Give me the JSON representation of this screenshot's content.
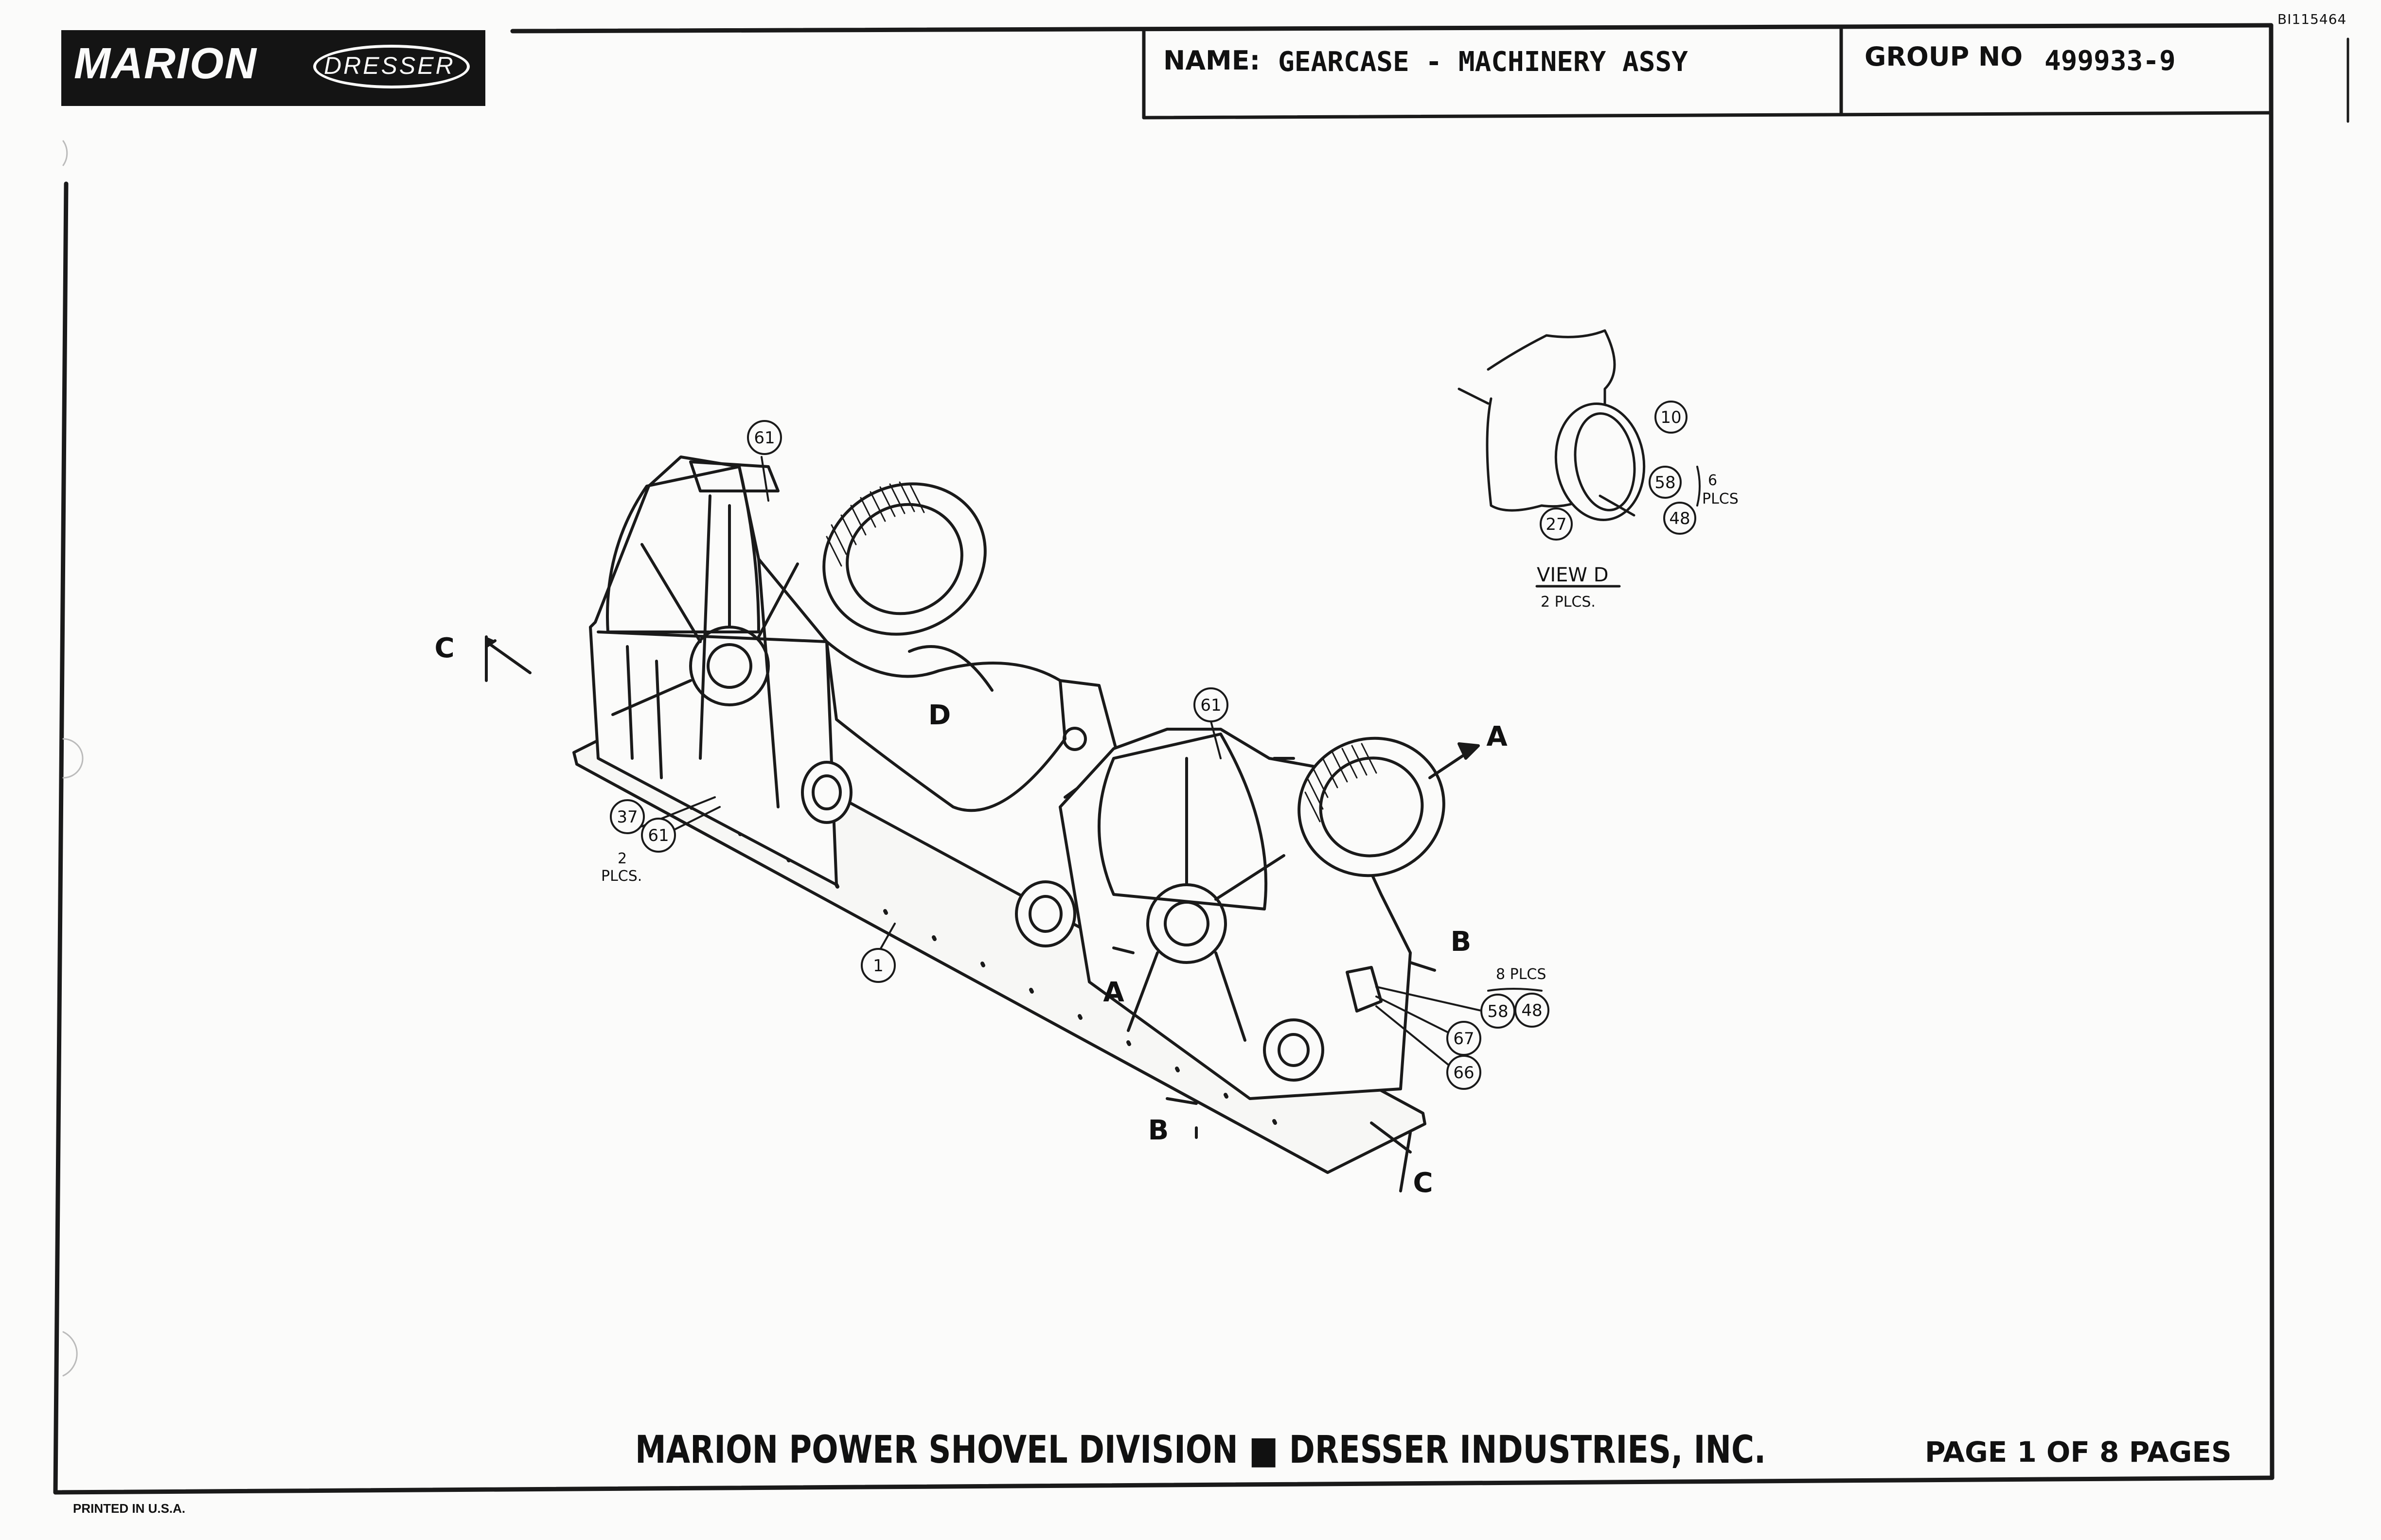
{
  "document_id": "BI115464",
  "logo": {
    "brand": "MARION",
    "partner": "DRESSER"
  },
  "title_block": {
    "name_label": "NAME:",
    "name_value": "GEARCASE - MACHINERY ASSY",
    "group_label": "GROUP NO",
    "group_value": "499933-9"
  },
  "view_d": {
    "title": "VIEW D",
    "qty": "2 PLCS.",
    "callouts": [
      "10",
      "58",
      "48",
      "27"
    ],
    "note_qty": "6",
    "note_plcs": "PLCS"
  },
  "section_markers": [
    "C",
    "D",
    "A",
    "B",
    "B",
    "A",
    "C"
  ],
  "callouts": [
    {
      "id": "61-top",
      "label": "61"
    },
    {
      "id": "61-mid",
      "label": "61"
    },
    {
      "id": "37",
      "label": "37"
    },
    {
      "id": "61-low",
      "label": "61"
    },
    {
      "id": "1",
      "label": "1"
    },
    {
      "id": "58",
      "label": "58"
    },
    {
      "id": "48",
      "label": "48"
    },
    {
      "id": "67",
      "label": "67"
    },
    {
      "id": "66",
      "label": "66"
    }
  ],
  "notes": {
    "left_qty": "2",
    "left_plcs": "PLCS.",
    "right_plcs": "8 PLCS"
  },
  "footer": {
    "division": "MARION POWER SHOVEL DIVISION ■ DRESSER INDUSTRIES, INC.",
    "page": "PAGE 1 OF 8 PAGES",
    "printed": "PRINTED IN U.S.A."
  }
}
